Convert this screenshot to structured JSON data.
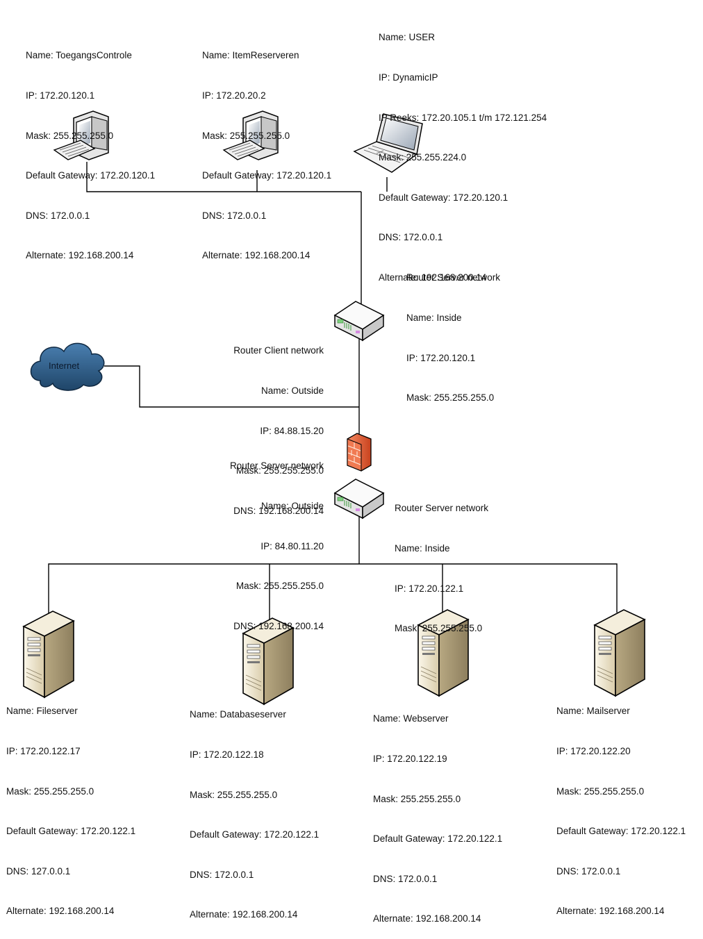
{
  "clients": {
    "toegangscontrole": [
      "Name: ToegangsControle",
      "IP: 172.20.120.1",
      "Mask: 255.255.255.0",
      "Default Gateway: 172.20.120.1",
      "DNS: 172.0.0.1",
      "Alternate: 192.168.200.14"
    ],
    "itemreserveren": [
      "Name: ItemReserveren",
      "IP: 172.20.20.2",
      "Mask: 255.255.255.0",
      "Default Gateway: 172.20.120.1",
      "DNS: 172.0.0.1",
      "Alternate: 192.168.200.14"
    ],
    "user": [
      "Name: USER",
      "IP: DynamicIP",
      "IP Reeks: 172.20.105.1 t/m 172.121.254",
      "Mask: 255.255.224.0",
      "Default Gateway: 172.20.120.1",
      "DNS: 172.0.0.1",
      "Alternate: 192.168.200.14"
    ]
  },
  "routers": {
    "client_inside": [
      "Router Server network",
      "Name: Inside",
      "IP: 172.20.120.1",
      "Mask: 255.255.255.0"
    ],
    "client_outside": [
      "Router Client network",
      "Name: Outside",
      "IP: 84.88.15.20",
      "Mask: 255.255.255.0",
      "DNS: 192.168.200.14"
    ],
    "server_outside": [
      "Router Server network",
      "Name: Outside",
      "IP: 84.80.11.20",
      "Mask: 255.255.255.0",
      "DNS: 192.168.200.14"
    ],
    "server_inside": [
      "Router Server network",
      "Name: Inside",
      "IP: 172.20.122.1",
      "Mask: 255.255.255.0"
    ]
  },
  "internet": {
    "label": "Internet"
  },
  "servers": {
    "fileserver": [
      "Name: Fileserver",
      "IP: 172.20.122.17",
      "Mask: 255.255.255.0",
      "Default Gateway: 172.20.122.1",
      "DNS: 127.0.0.1",
      "Alternate: 192.168.200.14"
    ],
    "databaseserver": [
      "Name: Databaseserver",
      "IP: 172.20.122.18",
      "Mask: 255.255.255.0",
      "Default Gateway: 172.20.122.1",
      "DNS: 172.0.0.1",
      "Alternate: 192.168.200.14"
    ],
    "webserver": [
      "Name: Webserver",
      "IP: 172.20.122.19",
      "Mask: 255.255.255.0",
      "Default Gateway: 172.20.122.1",
      "DNS: 172.0.0.1",
      "Alternate: 192.168.200.14"
    ],
    "mailserver": [
      "Name: Mailserver",
      "IP: 172.20.122.20",
      "Mask: 255.255.255.0",
      "Default Gateway: 172.20.122.1",
      "DNS: 172.0.0.1",
      "Alternate: 192.168.200.14"
    ]
  },
  "colors": {
    "line": "#000000",
    "cloud": "#2e5f8e",
    "firewall": "#e8603c",
    "router_body": "#f2f2f2",
    "server_body": "#efe6cf"
  }
}
